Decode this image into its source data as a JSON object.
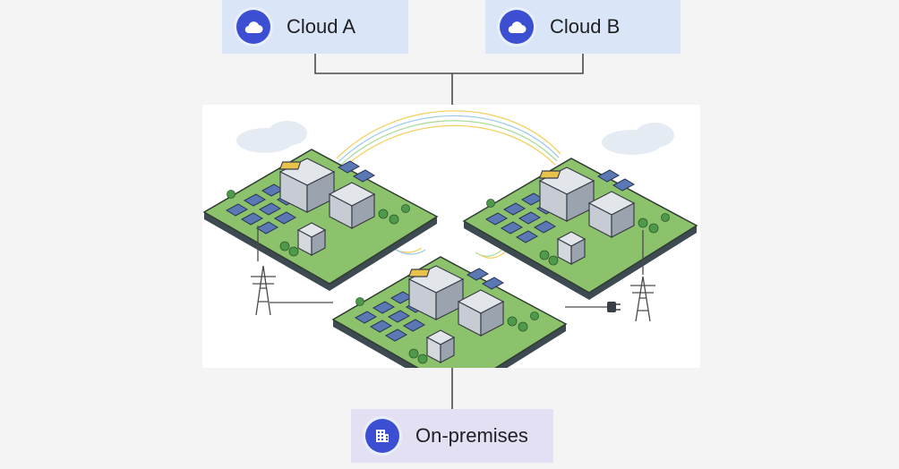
{
  "nodes": {
    "cloud_a": {
      "label": "Cloud A",
      "icon": "cloud-icon"
    },
    "cloud_b": {
      "label": "Cloud B",
      "icon": "cloud-icon"
    },
    "on_premises": {
      "label": "On-premises",
      "icon": "building-icon"
    }
  },
  "colors": {
    "cloud_box": "#dae5f8",
    "onprem_box": "#e3e0f3",
    "icon_circle": "#3c4fd3",
    "connector": "#4a4a4a"
  }
}
